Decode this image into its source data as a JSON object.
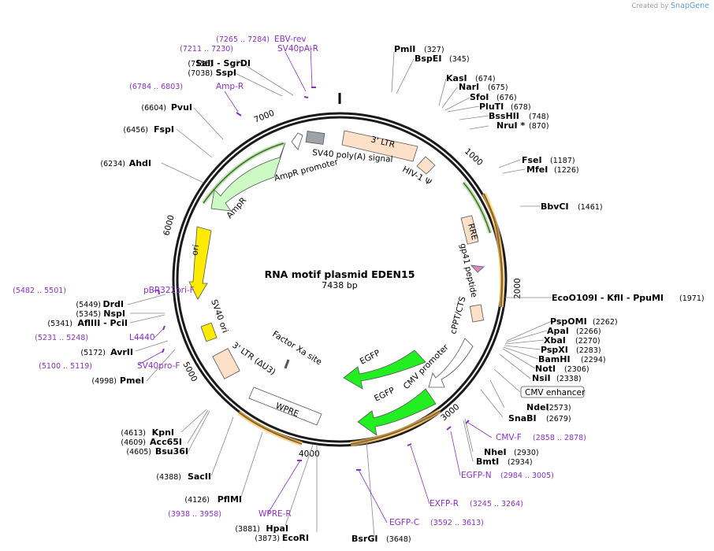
{
  "credit": {
    "created_by": "Created by",
    "brand": "SnapGene"
  },
  "plasmid": {
    "name": "RNA motif plasmid EDEN15",
    "size_label": "7438 bp"
  },
  "ticks": [
    "1000",
    "2000",
    "3000",
    "4000",
    "5000",
    "6000",
    "7000"
  ],
  "enzymes": [
    {
      "name": "PmlI",
      "pos": "(327)"
    },
    {
      "name": "BspEI",
      "pos": "(345)"
    },
    {
      "name": "KasI",
      "pos": "(674)"
    },
    {
      "name": "NarI",
      "pos": "(675)"
    },
    {
      "name": "SfoI",
      "pos": "(676)"
    },
    {
      "name": "PluTI",
      "pos": "(678)"
    },
    {
      "name": "BssHII",
      "pos": "(748)"
    },
    {
      "name": "NruI *",
      "pos": "(870)"
    },
    {
      "name": "FseI",
      "pos": "(1187)"
    },
    {
      "name": "MfeI",
      "pos": "(1226)"
    },
    {
      "name": "BbvCI",
      "pos": "(1461)"
    },
    {
      "name": "EcoO109I  - KflI  - PpuMI",
      "pos": "(1971)"
    },
    {
      "name": "PspOMI",
      "pos": "(2262)"
    },
    {
      "name": "ApaI",
      "pos": "(2266)"
    },
    {
      "name": "XbaI",
      "pos": "(2270)"
    },
    {
      "name": "PspXI",
      "pos": "(2283)"
    },
    {
      "name": "BamHI",
      "pos": "(2294)"
    },
    {
      "name": "NotI",
      "pos": "(2306)"
    },
    {
      "name": "NsiI",
      "pos": "(2338)"
    },
    {
      "name": "NdeI",
      "pos": "(2573)"
    },
    {
      "name": "SnaBI",
      "pos": "(2679)"
    },
    {
      "name": "NheI",
      "pos": "(2930)"
    },
    {
      "name": "BmtI",
      "pos": "(2934)"
    },
    {
      "name": "BsrGI",
      "pos": "(3648)"
    },
    {
      "name": "EcoRI",
      "pos": "(3873)"
    },
    {
      "name": "HpaI",
      "pos": "(3881)"
    },
    {
      "name": "PflMI",
      "pos": "(4126)"
    },
    {
      "name": "SacII",
      "pos": "(4388)"
    },
    {
      "name": "Bsu36I",
      "pos": "(4605)"
    },
    {
      "name": "Acc65I",
      "pos": "(4609)"
    },
    {
      "name": "KpnI",
      "pos": "(4613)"
    },
    {
      "name": "PmeI",
      "pos": "(4998)"
    },
    {
      "name": "AvrII",
      "pos": "(5172)"
    },
    {
      "name": "AflIII  - PciI",
      "pos": "(5341)"
    },
    {
      "name": "NspI",
      "pos": "(5345)"
    },
    {
      "name": "DrdI",
      "pos": "(5449)"
    },
    {
      "name": "AhdI",
      "pos": "(6234)"
    },
    {
      "name": "FspI",
      "pos": "(6456)"
    },
    {
      "name": "PvuI",
      "pos": "(6604)"
    },
    {
      "name": "SspI",
      "pos": "(7038)"
    },
    {
      "name": "SalI  - SgrDI",
      "pos": "(7155)"
    }
  ],
  "primers": [
    {
      "name": "EBV-rev",
      "pos": "(7265 .. 7284)"
    },
    {
      "name": "SV40pA-R",
      "pos": "(7211 .. 7230)"
    },
    {
      "name": "Amp-R",
      "pos": "(6784 .. 6803)"
    },
    {
      "name": "CMV-F",
      "pos": "(2858 .. 2878)"
    },
    {
      "name": "EGFP-N",
      "pos": "(2984 .. 3005)"
    },
    {
      "name": "EXFP-R",
      "pos": "(3245 .. 3264)"
    },
    {
      "name": "EGFP-C",
      "pos": "(3592 .. 3613)"
    },
    {
      "name": "WPRE-R",
      "pos": "(3938 .. 3958)"
    },
    {
      "name": "L4440",
      "pos": "(5231 .. 5248)"
    },
    {
      "name": "SV40pro-F",
      "pos": "(5100 .. 5119)"
    },
    {
      "name": "pBR322ori-F",
      "pos": "(5482 .. 5501)"
    }
  ],
  "features": {
    "ltr5": "3' LTR",
    "hiv": "HIV-1 Ψ",
    "sv40polya": "SV40 poly(A) signal",
    "ampr_promoter": "AmpR promoter",
    "ampr": "AmpR",
    "ori": "ori",
    "rre": "RRE",
    "gp41": "gp41 peptide",
    "cppt": "cPPT/CTS",
    "cmv_promoter": "CMV promoter",
    "cmv_enhancer": "CMV enhancer",
    "egfp1": "EGFP",
    "egfp2": "EGFP",
    "factor_xa": "Factor Xa site",
    "sv40ori": "SV40 ori",
    "ltr3": "3' LTR (ΔU3)",
    "wpre": "WPRE"
  },
  "colors": {
    "backbone": "#1a1a1a",
    "primer": "#8b2fc9",
    "orf": "#ffeb00",
    "egfp": "#22ee22",
    "ltr": "#fde0c8",
    "ampr": "#cdf9c4"
  }
}
